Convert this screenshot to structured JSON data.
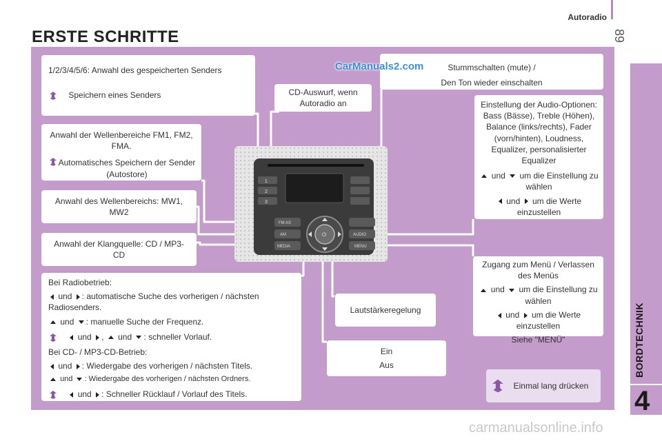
{
  "header": {
    "section": "Autoradio",
    "page_number": "89"
  },
  "side_tab": {
    "label": "BORDTECHNIK",
    "number": "4"
  },
  "title": "ERSTE SCHRITTE",
  "watermark_top": "CarManuals2.com",
  "watermark_bottom": "carmanualsonline.info",
  "boxes": {
    "presets": {
      "line1": "1/2/3/4/5/6: Anwahl des gespeicherten Senders",
      "line2": "Speichern eines Senders"
    },
    "eject": {
      "text": "CD-Auswurf, wenn Autoradio an"
    },
    "mute": {
      "line1": "Stummschalten (mute) /",
      "line2": "Den Ton wieder einschalten"
    },
    "fm": {
      "line1": "Anwahl der Wellenbereiche FM1, FM2, FMA.",
      "line2": "Automatisches Speichern der Sender (Autostore)"
    },
    "audio": {
      "line1": "Einstellung der Audio-Optionen: Bass (Bässe), Treble (Höhen), Balance (links/rechts), Fader (vorn/hinten), Loudness, Equalizer, personalisierter Equalizer",
      "and": "und",
      "line2": "um die Einstellung zu wählen",
      "line3": "um die Werte einzustellen"
    },
    "mw": {
      "text": "Anwahl des Wellenbereichs: MW1, MW2"
    },
    "source": {
      "text": "Anwahl der Klangquelle: CD / MP3-CD"
    },
    "menu": {
      "line1": "Zugang zum Menü / Verlassen des Menüs",
      "line2": "um die Einstellung zu wählen",
      "line3": "um die Werte einzustellen",
      "line4": "Siehe \"MENÜ\""
    },
    "radio_ops": {
      "heading1": "Bei Radiobetrieb:",
      "r1": ": automatische Suche des vorherigen / nächsten Radiosenders.",
      "r2": ": manuelle Suche der Frequenz.",
      "r3": ": schneller Vorlauf.",
      "heading2": "Bei CD- / MP3-CD-Betrieb:",
      "c1": ": Wiedergabe des vorherigen / nächsten Titels.",
      "c2": ": Wiedergabe des vorherigen / nächsten Ordners.",
      "c3": ": Schneller Rücklauf / Vorlauf des Titels.",
      "and": "und",
      "comma": ","
    },
    "volume": {
      "text": "Lautstärkeregelung"
    },
    "power": {
      "line1": "Ein",
      "line2": "Aus"
    },
    "longpress": {
      "text": "Einmal lang drücken"
    }
  },
  "radio": {
    "buttons_left": [
      "1",
      "2",
      "3"
    ],
    "fm": "FM AS",
    "am": "AM",
    "media": "MEDIA",
    "audio": "AUDIO",
    "menu": "MENU"
  },
  "colors": {
    "panel": "#c39ccb",
    "accent": "#b58bc2",
    "wrench": "#8e56a6",
    "watermark": "#3d8fd6"
  }
}
